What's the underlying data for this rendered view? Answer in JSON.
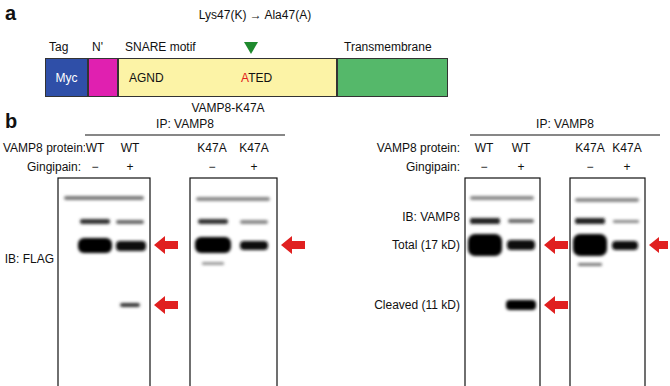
{
  "diagram": {
    "nodes": [
      {
        "text": [
          "Tag",
          "Myc"
        ]
      },
      {
        "text": [
          "N'"
        ]
      },
      {
        "text": [
          "SNARE motif",
          "AGND",
          "ATED"
        ]
      },
      {
        "text": [
          "Transmembrane"
        ]
      }
    ],
    "labels": [
      "a",
      "Lys47(K) → Ala47(A)",
      "VAMP8-K47A",
      "b",
      "IP: VAMP8",
      "VAMP8 protein:",
      "WT",
      "WT",
      "K47A",
      "K47A",
      "Gingipain:",
      "−",
      "+",
      "−",
      "+",
      "IB: FLAG",
      "IP: VAMP8",
      "VAMP8 protein:",
      "WT",
      "WT",
      "K47A",
      "K47A",
      "Gingipain:",
      "−",
      "+",
      "−",
      "+",
      "IB: VAMP8",
      "Total (17 kD)",
      "Cleaved (11 kD)"
    ]
  }
}
